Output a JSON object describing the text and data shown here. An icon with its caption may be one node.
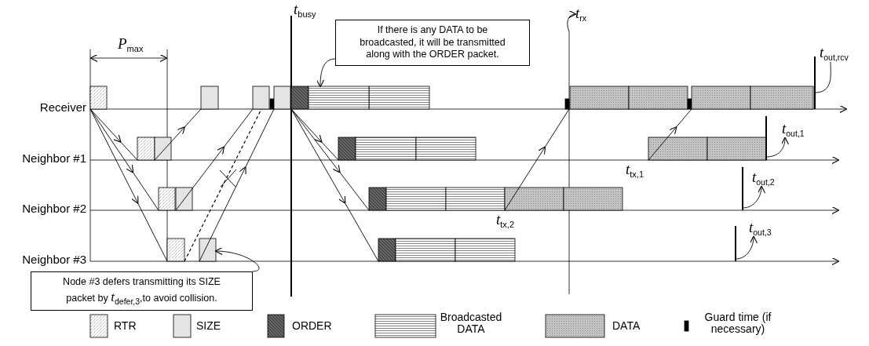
{
  "diagram": {
    "nodes": [
      {
        "text": [
          "If there is any DATA to be broadcasted, it will be transmitted along with the ORDER packet."
        ]
      },
      {
        "text": [
          "Node #3 defers transmitting its SIZE packet by *t*$_{defer,3}$,to avoid collision."
        ]
      },
      {
        "text": [
          "*t*$_{rx}$"
        ]
      },
      {
        "text": [
          "*t*$_{out,rcv}$"
        ]
      },
      {
        "text": [
          "*t*$_{out,1}$"
        ]
      },
      {
        "text": [
          "*t*$_{out,2}$"
        ]
      },
      {
        "text": [
          "*t*$_{out,3}$"
        ]
      },
      {
        "text": [],
        "shape": "box"
      },
      {
        "text": [],
        "shape": "box"
      },
      {
        "text": [],
        "shape": "bar"
      },
      {
        "text": [],
        "shape": "bar"
      },
      {
        "text": [],
        "shape": "bar"
      },
      {
        "text": [],
        "shape": "bar"
      },
      {
        "text": [],
        "shape": "bar"
      }
    ],
    "edges": [
      {
        "from": 0,
        "to": 7,
        "arrow": "to"
      },
      {
        "from": 1,
        "to": 8,
        "arrow": "to"
      },
      {
        "from": 9,
        "to": 2,
        "arrow": "to"
      },
      {
        "from": 10,
        "to": 3,
        "arrow": "none"
      },
      {
        "from": 11,
        "to": 4,
        "arrow": "to"
      },
      {
        "from": 12,
        "to": 5,
        "arrow": "to"
      },
      {
        "from": 13,
        "to": 6,
        "arrow": "to"
      }
    ],
    "labels": [
      "*P*$_{max}$",
      "*t*$_{busy}$",
      "Receiver",
      "Neighbor #1",
      "*t*$_{tx,1}$",
      "Neighbor #2",
      "*t*$_{tx,2}$",
      "Neighbor #3"
    ],
    "legend": [
      {
        "text": "RTR"
      },
      {
        "text": "SIZE"
      },
      {
        "text": "ORDER"
      },
      {
        "text": "Broadcasted DATA"
      },
      {
        "text": "DATA"
      },
      {
        "text": "Guard time (if necessary)"
      }
    ]
  }
}
